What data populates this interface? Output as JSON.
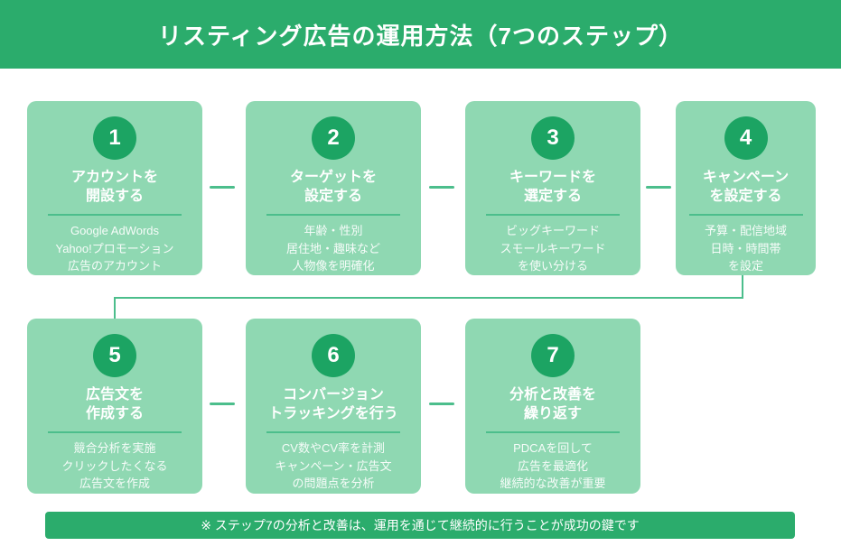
{
  "header": {
    "title": "リスティング広告の運用方法（7つのステップ）"
  },
  "steps": [
    {
      "number": "1",
      "title": [
        "アカウントを",
        "開設する"
      ],
      "desc": [
        "Google AdWords",
        "Yahoo!プロモーション",
        "広告のアカウント"
      ]
    },
    {
      "number": "2",
      "title": [
        "ターゲットを",
        "設定する"
      ],
      "desc": [
        "年齢・性別",
        "居住地・趣味など",
        "人物像を明確化"
      ]
    },
    {
      "number": "3",
      "title": [
        "キーワードを",
        "選定する"
      ],
      "desc": [
        "ビッグキーワード",
        "スモールキーワード",
        "を使い分ける"
      ]
    },
    {
      "number": "4",
      "title": [
        "キャンペーン",
        "を設定する"
      ],
      "desc": [
        "予算・配信地域",
        "日時・時間帯",
        "を設定"
      ]
    },
    {
      "number": "5",
      "title": [
        "広告文を",
        "作成する"
      ],
      "desc": [
        "競合分析を実施",
        "クリックしたくなる",
        "広告文を作成"
      ]
    },
    {
      "number": "6",
      "title": [
        "コンバージョン",
        "トラッキングを行う"
      ],
      "desc": [
        "CV数やCV率を計測",
        "キャンペーン・広告文",
        "の問題点を分析"
      ]
    },
    {
      "number": "7",
      "title": [
        "分析と改善を",
        "繰り返す"
      ],
      "desc": [
        "PDCAを回して",
        "広告を最適化",
        "継続的な改善が重要"
      ]
    }
  ],
  "footer": {
    "note": "※ ステップ7の分析と改善は、運用を通じて継続的に行うことが成功の鍵です"
  },
  "colors": {
    "header_green": "#2BAC6C",
    "card_green": "#8FD8B2",
    "circle_green": "#1CA463",
    "line_green": "#4CBE8C",
    "text_white": "#FFFFFF"
  }
}
